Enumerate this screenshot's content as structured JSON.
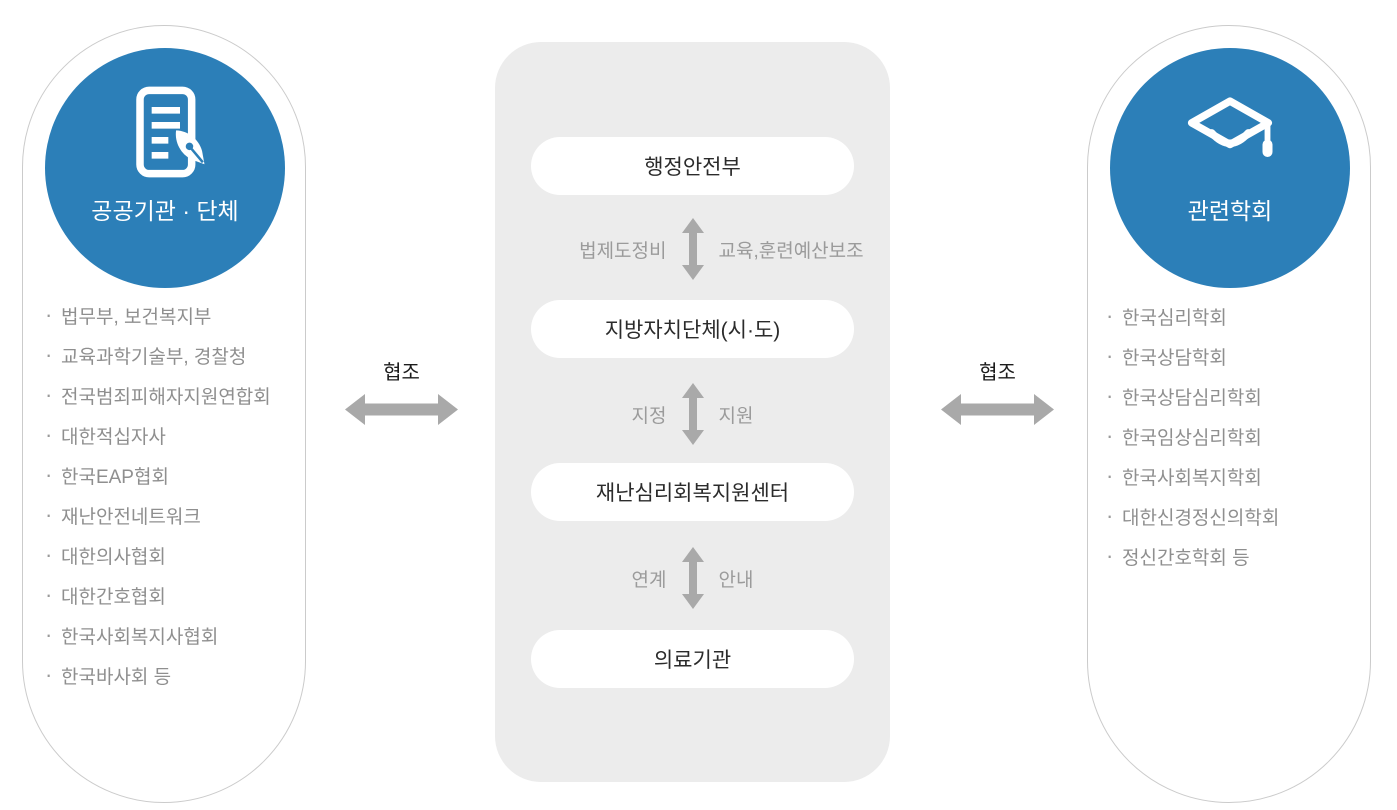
{
  "left_panel": {
    "title": "공공기관 · 단체",
    "icon": "document-pen-icon",
    "items": [
      "법무부, 보건복지부",
      "교육과학기술부, 경찰청",
      "전국범죄피해자지원연합회",
      "대한적십자사",
      "한국EAP협회",
      "재난안전네트워크",
      "대한의사협회",
      "대한간호협회",
      "한국사회복지사협회",
      "한국바사회 등"
    ]
  },
  "center_flow": {
    "nodes": [
      "행정안전부",
      "지방자치단체(시·도)",
      "재난심리회복지원센터",
      "의료기관"
    ],
    "connectors": [
      {
        "left": "법제도정비",
        "right": "교육,훈련예산보조"
      },
      {
        "left": "지정",
        "right": "지원"
      },
      {
        "left": "연계",
        "right": "안내"
      }
    ]
  },
  "right_panel": {
    "title": "관련학회",
    "icon": "graduation-cap-icon",
    "items": [
      "한국심리학회",
      "한국상담학회",
      "한국상담심리학회",
      "한국임상심리학회",
      "한국사회복지학회",
      "대한신경정신의학회",
      "정신간호학회 등"
    ]
  },
  "links": {
    "left_label": "협조",
    "right_label": "협조"
  },
  "glyphs": {
    "bullet": "·"
  },
  "colors": {
    "accent_blue": "#2c7fb8",
    "panel_gray": "#ececec",
    "arrow_gray": "#a9a9a9",
    "list_text_gray": "#8f8f8f",
    "capsule_border": "#cbcbcb",
    "node_text": "#2b2b2b",
    "link_text": "#1c1c1c"
  }
}
